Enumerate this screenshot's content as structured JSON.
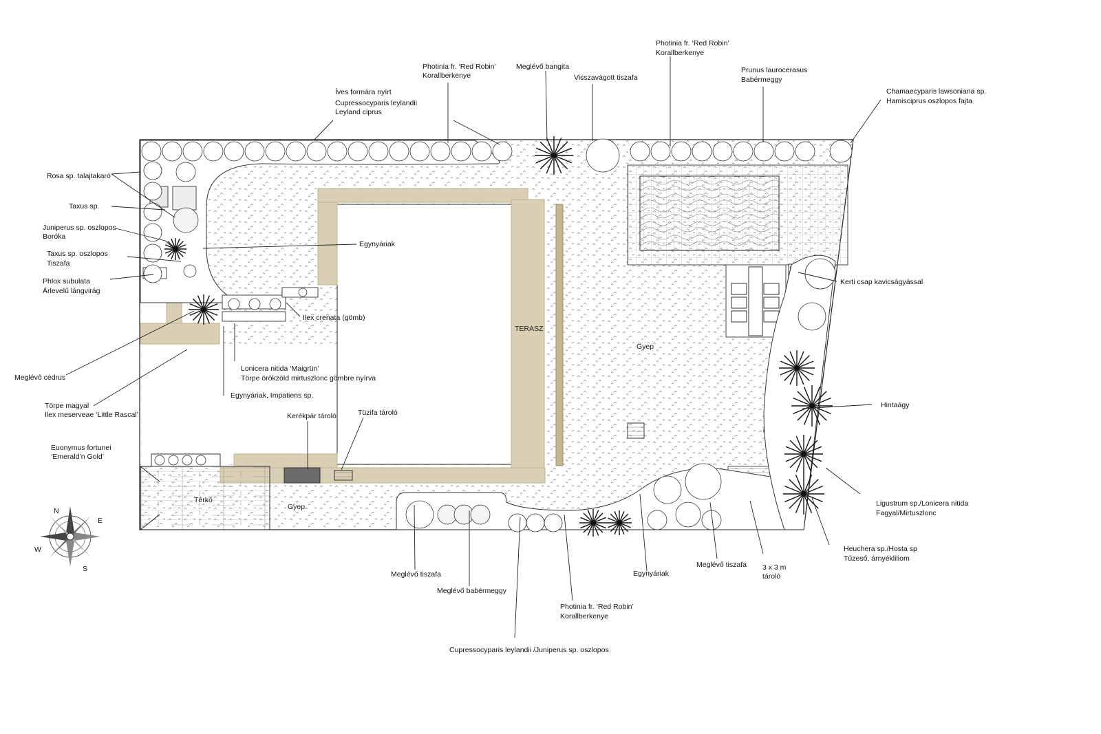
{
  "labels": {
    "ives": "Íves formára nyírt",
    "cup1": "Cupressocyparis leylandii",
    "cup2": "Leyland ciprus",
    "photinia_a1": "Photinia fr. ‘Red Robin’",
    "photinia_a2": "Korallberkenye",
    "bangita": "Meglévő bangita",
    "visszavagott": "Visszavágott tiszafa",
    "photinia_b1": "Photinia fr. ‘Red Robin’",
    "photinia_b2": "Korallberkenye",
    "prunus1": "Prunus laurocerasus",
    "prunus2": "Babérmeggy",
    "chamae1": "Chamaecyparis lawsoniana sp.",
    "chamae2": "Hamisciprus oszlopos fajta",
    "rosa": "Rosa sp. talajtakaró",
    "taxus": "Taxus sp.",
    "juniperus1": "Juniperus sp. oszlopos",
    "juniperus2": "Boróka",
    "taxus_osz1": "Taxus sp. oszlopos",
    "taxus_osz2": "Tiszafa",
    "phlox1": "Phlox  subulata",
    "phlox2": "Árlevelű lángvirág",
    "egynyariak_top": "Egynyáriak",
    "ilex_crenata": "Ilex crenata (gömb)",
    "kerti_csap": "Kerti csap kavicságyással",
    "terasz": "TERASZ",
    "gyep_main": "Gyep",
    "cedrus": "Meglévő cédrus",
    "lonicera1": "Lonicera nitida ‘Maigrün’",
    "lonicera2": "Törpe örökzöld mirtuszlonc gömbre nyírva",
    "egynyariak_imp": "Egynyáriak, Impatiens sp.",
    "torpe1": "Törpe magyal",
    "torpe2": "Ilex meserveae ‘Little Rascal’",
    "hintaagy": "Hintaágy",
    "kerekpar": "Kerékpár tároló",
    "tuzifa": "Tüzifa tároló",
    "euonymus1": "Euonymus fortunei",
    "euonymus2": "‘Emerald’n Gold’",
    "terko": "Térkő",
    "gyep_small": "Gyep",
    "ligustrum1": "Ligustrum sp./Lonicera nitida",
    "ligustrum2": "Fagyal/Mirtuszlonc",
    "heuchera1": "Heuchera sp./Hosta sp",
    "heuchera2": "Tűzeső, árnyékliliom",
    "tiszafa_bl": "Meglévő tiszafa",
    "babermeggy": "Meglévő babérmeggy",
    "egynyariak_bottom": "Egynyáriak",
    "tiszafa_br": "Meglévő tiszafa",
    "taroló1": "3 x 3 m",
    "taroló2": "tároló",
    "photinia_c1": "Photinia fr. ‘Red Robin’",
    "photinia_c2": "Korallberkenye",
    "cup_bottom": "Cupressocyparis leylandii /Juniperus sp. oszlopos"
  },
  "compass": {
    "n": "N",
    "e": "E",
    "s": "S",
    "w": "W"
  },
  "colors": {
    "paving": "#d8cfb4",
    "paving_dark": "#bfb18c",
    "ink": "#222222",
    "storage_dark": "#6b6b6b",
    "deck": "#cfcfcf"
  }
}
